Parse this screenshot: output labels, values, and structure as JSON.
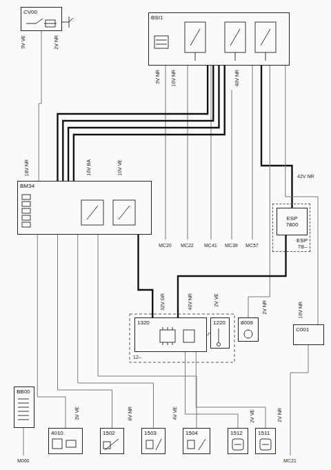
{
  "diagram": {
    "nodes": [
      {
        "text": [
          "CV00"
        ]
      },
      {
        "text": [
          "BSI1"
        ]
      },
      {
        "text": [
          "BM34"
        ]
      },
      {
        "text": [
          "ESP",
          "78--"
        ]
      },
      {
        "text": [
          "ESP",
          "7800"
        ],
        "in": 3
      },
      {
        "text": [
          "1320"
        ]
      },
      {
        "text": [
          "1220"
        ]
      },
      {
        "text": [
          "8009"
        ]
      },
      {
        "text": [
          "C001"
        ]
      },
      {
        "text": [
          "BB00"
        ]
      },
      {
        "text": [
          "4010"
        ]
      },
      {
        "text": [
          "1502"
        ]
      },
      {
        "text": [
          "1503"
        ]
      },
      {
        "text": [
          "1504"
        ]
      },
      {
        "text": [
          "1512"
        ]
      },
      {
        "text": [
          "1511"
        ]
      }
    ],
    "edges": [
      {
        "from": 0,
        "to": 2,
        "arrow": "none"
      },
      {
        "from": 1,
        "to": 2,
        "arrow": "none"
      },
      {
        "from": 1,
        "to": 2,
        "arrow": "none"
      },
      {
        "from": 1,
        "to": 2,
        "arrow": "none"
      },
      {
        "from": 1,
        "to": 2,
        "arrow": "none"
      },
      {
        "from": 1,
        "to": 4,
        "arrow": "none"
      },
      {
        "from": 1,
        "to": 7,
        "arrow": "none"
      },
      {
        "from": 1,
        "to": 8,
        "arrow": "none"
      },
      {
        "from": 4,
        "to": 5,
        "arrow": "none"
      },
      {
        "from": 2,
        "to": 5,
        "arrow": "none"
      },
      {
        "from": 5,
        "to": 6,
        "arrow": "none"
      },
      {
        "from": 2,
        "to": 10,
        "arrow": "none"
      },
      {
        "from": 2,
        "to": 11,
        "arrow": "none"
      },
      {
        "from": 2,
        "to": 12,
        "arrow": "none"
      },
      {
        "from": 2,
        "to": 13,
        "arrow": "none"
      },
      {
        "from": 5,
        "to": 14,
        "arrow": "none"
      },
      {
        "from": 5,
        "to": 15,
        "arrow": "none"
      }
    ],
    "labels": [
      "9V VE",
      "2V NR",
      "3V NR",
      "16V NR",
      "40V NR",
      "18V NR",
      "16V BA",
      "10V VE",
      "MC20",
      "MC22",
      "MC41",
      "MC39",
      "MC57",
      "42V NR",
      "32V GR",
      "40V NR",
      "2V VE",
      "2V NR",
      "16V NR",
      "3V VE",
      "8V NR",
      "4V VE",
      "2V VE",
      "2V NR",
      "M000",
      "MC21",
      "12--"
    ]
  }
}
